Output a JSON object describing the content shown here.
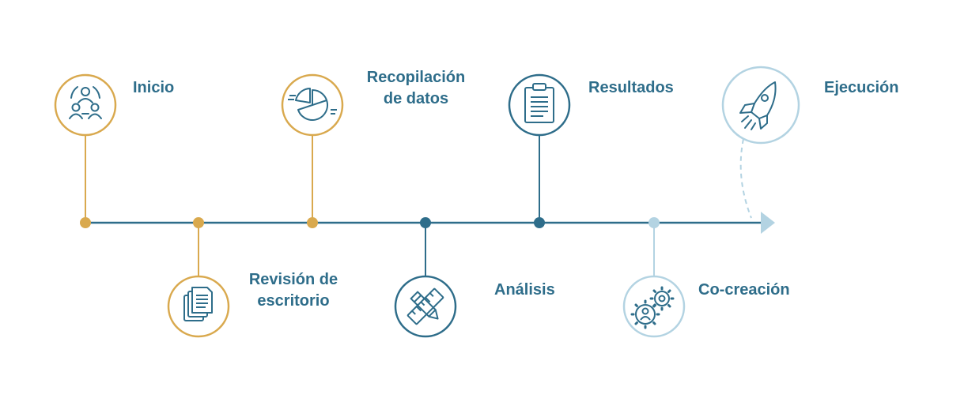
{
  "timeline": {
    "stages": [
      {
        "id": "inicio",
        "label": "Inicio",
        "icon": "people-network-icon",
        "color": "#d9a94e"
      },
      {
        "id": "revision",
        "label": "Revisión de\nescritorio",
        "icon": "documents-icon",
        "color": "#d9a94e"
      },
      {
        "id": "recopilacion",
        "label": "Recopilación\nde datos",
        "icon": "pie-chart-icon",
        "color": "#d9a94e"
      },
      {
        "id": "analisis",
        "label": "Análisis",
        "icon": "pencil-ruler-icon",
        "color": "#2e6d8a"
      },
      {
        "id": "resultados",
        "label": "Resultados",
        "icon": "clipboard-icon",
        "color": "#2e6d8a"
      },
      {
        "id": "cocreacion",
        "label": "Co-creación",
        "icon": "gears-person-icon",
        "color": "#b3d3e2"
      },
      {
        "id": "ejecucion",
        "label": "Ejecución",
        "icon": "rocket-icon",
        "color": "#b3d3e2"
      }
    ],
    "axis_color": "#2e6d8a",
    "arrow_color": "#b3d3e2",
    "text_color": "#2e6d8a"
  }
}
